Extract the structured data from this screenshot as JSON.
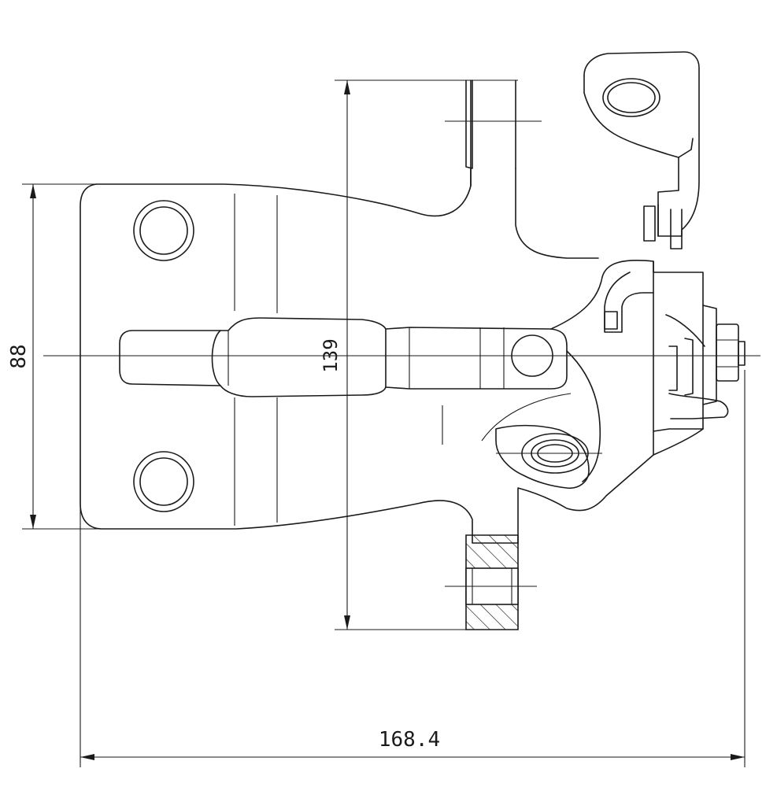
{
  "dimensions": {
    "height": "88",
    "span": "139",
    "width": "168.4"
  }
}
